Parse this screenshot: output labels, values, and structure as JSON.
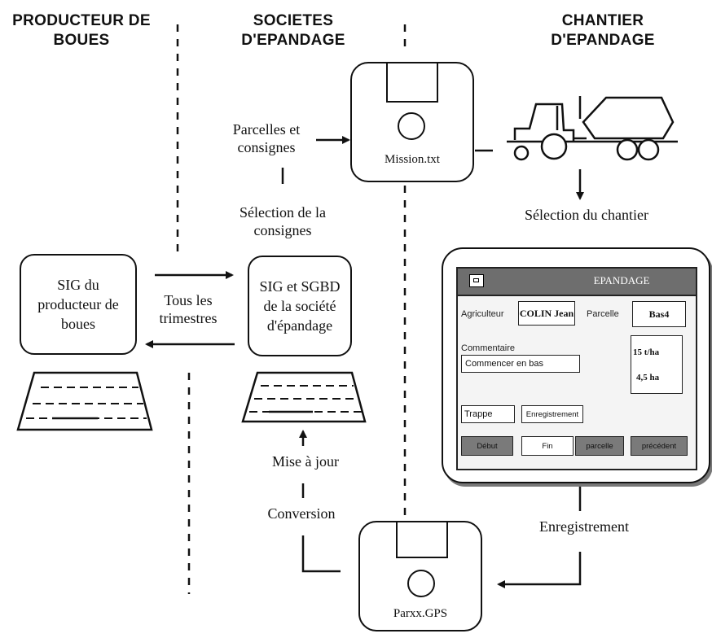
{
  "headers": {
    "producteur": "PRODUCTEUR DE\nBOUES",
    "societes": "SOCIETES\nD'EPANDAGE",
    "chantier": "CHANTIER\nD'EPANDAGE"
  },
  "labels": {
    "parcelles": "Parcelles et\nconsignes",
    "selection_consignes": "Sélection de la\nconsignes",
    "selection_chantier": "Sélection du chantier",
    "tous_trimestres": "Tous les\ntrimestres",
    "mise_a_jour": "Mise à jour",
    "conversion": "Conversion",
    "enregistrement": "Enregistrement"
  },
  "boxes": {
    "sig_producteur": "SIG du\nproducteur de\nboues",
    "sig_societe": "SIG et SGBD\nde la société\nd'épandage"
  },
  "disks": {
    "mission": "Mission.txt",
    "gps": "Parxx.GPS"
  },
  "screen": {
    "title": "EPANDAGE",
    "agriculteur_label": "Agriculteur",
    "agriculteur_value": "COLIN Jean",
    "parcelle_label": "Parcelle",
    "parcelle_value": "Bas4",
    "commentaire_label": "Commentaire",
    "commentaire_value": "Commencer en bas",
    "dose": "15 t/ha",
    "surface": "4,5 ha",
    "trappe": "Trappe",
    "enregistrement": "Enregistrement",
    "buttons": [
      "Début",
      "Fin",
      "parcelle",
      "précédent"
    ]
  }
}
